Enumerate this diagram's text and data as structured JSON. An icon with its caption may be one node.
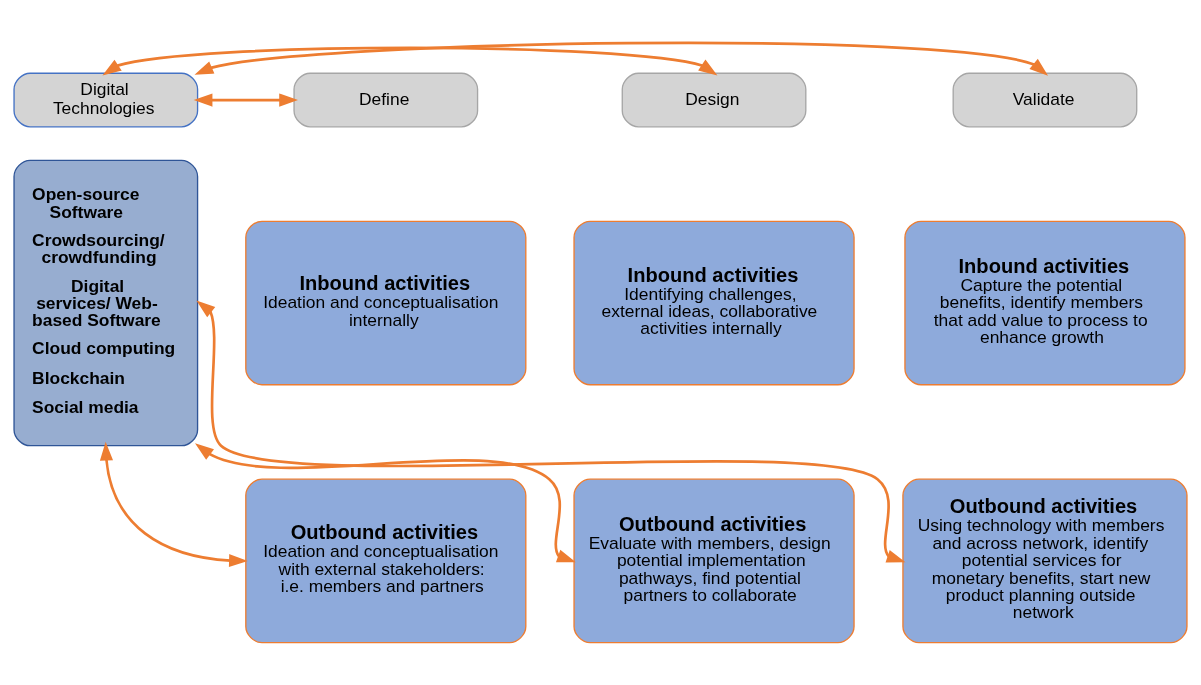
{
  "diagram": {
    "nodes": [
      {
        "text": [
          "Digital Technologies"
        ]
      },
      {
        "text": [
          "Open-source Software",
          "Crowdsourcing/ crowdfunding",
          "Digital services/ Web-based Software",
          "Cloud computing",
          "Blockchain",
          "Social media"
        ]
      },
      {
        "text": [
          "Define"
        ]
      },
      {
        "text": [
          "Design"
        ]
      },
      {
        "text": [
          "Validate"
        ]
      },
      {
        "text": [
          "Inbound activities",
          "Ideation and conceptualisation internally"
        ]
      },
      {
        "text": [
          "Outbound activities",
          "Ideation and conceptualisation with external stakeholders: i.e. members and partners"
        ]
      },
      {
        "text": [
          "Inbound activities",
          "Identifying challenges, external ideas, collaborative activities internally"
        ]
      },
      {
        "text": [
          "Outbound activities",
          "Evaluate with members, design potential implementation pathways, find potential partners to collaborate"
        ]
      },
      {
        "text": [
          "Inbound activities",
          "Capture the potential benefits, identify members that add value to process to enhance growth"
        ]
      },
      {
        "text": [
          "Outbound activities",
          "Using technology with members and across network, identify potential services for monetary benefits, start new product planning outside network"
        ]
      }
    ],
    "edges": [
      {
        "from": 0,
        "to": 2,
        "arrow": "both"
      },
      {
        "from": 0,
        "to": 3,
        "arrow": "both"
      },
      {
        "from": 0,
        "to": 4,
        "arrow": "both"
      },
      {
        "from": 1,
        "to": 6,
        "arrow": "both"
      },
      {
        "from": 1,
        "to": 8,
        "arrow": "both"
      },
      {
        "from": 1,
        "to": 10,
        "arrow": "both"
      }
    ]
  }
}
